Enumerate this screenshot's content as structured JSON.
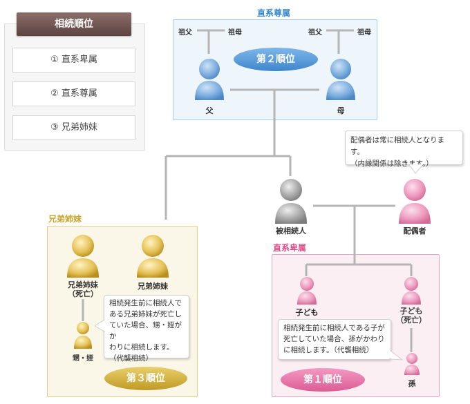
{
  "legend": {
    "title": "相続順位",
    "items": [
      "① 直系卑属",
      "② 直系尊属",
      "③ 兄弟姉妹"
    ]
  },
  "ascendants": {
    "title": "直系尊属",
    "grandfather_left": "祖父",
    "grandmother_left": "祖母",
    "grandfather_right": "祖父",
    "grandmother_right": "祖母",
    "father": "父",
    "mother": "母",
    "rank_badge": "第２順位"
  },
  "spouse_note": {
    "line1": "配偶者は常に相続人となります。",
    "line2": "（内縁関係は除きます。）"
  },
  "deceased": "被相続人",
  "spouse": "配偶者",
  "siblings": {
    "title": "兄弟姉妹",
    "sibling_deceased_1": "兄弟姉妹",
    "sibling_deceased_2": "（死亡）",
    "sibling": "兄弟姉妹",
    "nephew": "甥・姪",
    "note": [
      "相続発生前に相続人で",
      "ある兄弟姉妹が死亡し",
      "ていた場合、甥・姪がか",
      "わりに相続します。",
      "（代襲相続）"
    ],
    "rank_badge": "第３順位"
  },
  "descendants": {
    "title": "直系卑属",
    "child": "子ども",
    "child_deceased_1": "子ども",
    "child_deceased_2": "（死亡）",
    "grandchild": "孫",
    "note": [
      "相続発生前に相続人である子が",
      "死亡していた場合、孫がかわり",
      "に相続します。（代襲相続）"
    ],
    "rank_badge": "第１順位"
  },
  "colors": {
    "blue": "#5b9bd5",
    "gray": "#8f8f8f",
    "pink": "#e27aa8",
    "gold": "#c9a227",
    "ascendant_title": "#3a8bd1",
    "sibling_title": "#c9a227",
    "descendant_title": "#e0508c"
  },
  "icons": {
    "person": "person-icon"
  }
}
